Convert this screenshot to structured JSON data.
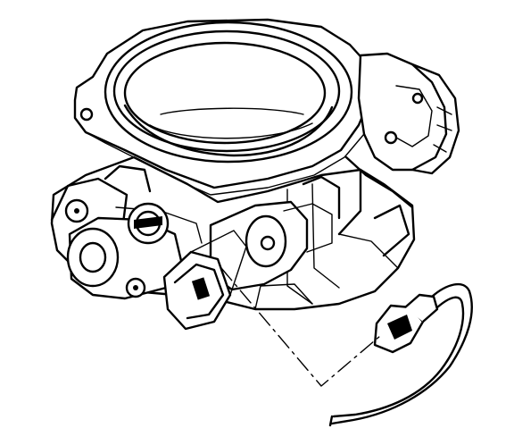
{
  "diagram": {
    "parts": [
      "throttle-body",
      "throttle-bore",
      "mounting-flange",
      "iac-valve",
      "tp-sensor",
      "iac-electrical-connector",
      "connector-pigtail-wire"
    ],
    "leader_style": "dash-dot",
    "line_color": "#000000",
    "background_color": "#ffffff"
  }
}
